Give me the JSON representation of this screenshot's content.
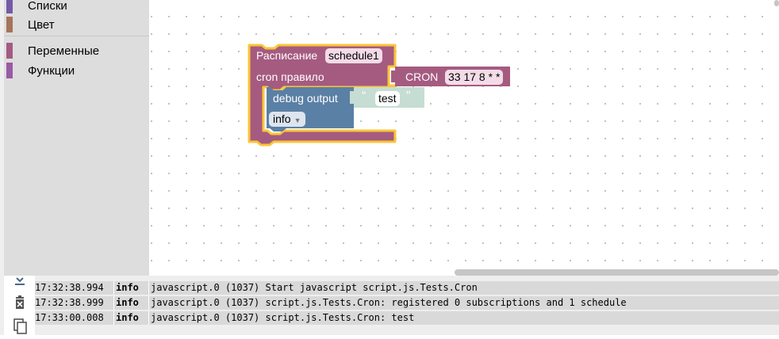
{
  "toolbox": {
    "categories": [
      {
        "label": "Списки",
        "color": "#745ba5"
      },
      {
        "label": "Цвет",
        "color": "#a5745b"
      },
      {
        "label": "Переменные",
        "color": "#a55b80"
      },
      {
        "label": "Функции",
        "color": "#995ba5"
      }
    ]
  },
  "workspace": {
    "schedule_block": {
      "label": "Расписание",
      "name_field": "schedule1",
      "rule_label": "cron правило",
      "color": "#a55b80",
      "highlight": "#fbc536"
    },
    "cron_block": {
      "label": "CRON",
      "value": "33 17 8 * *"
    },
    "debug_block": {
      "label": "debug output",
      "level": "info",
      "color": "#5b80a5"
    },
    "text_block": {
      "open_quote": "“",
      "value": "test",
      "close_quote": "”",
      "color": "#c6ddd3"
    }
  },
  "log": {
    "rows": [
      {
        "time": "17:32:38.994",
        "level": "info",
        "message": "javascript.0 (1037) Start javascript script.js.Tests.Cron"
      },
      {
        "time": "17:32:38.999",
        "level": "info",
        "message": "javascript.0 (1037) script.js.Tests.Cron: registered 0 subscriptions and 1 schedule"
      },
      {
        "time": "17:33:00.008",
        "level": "info",
        "message": "javascript.0 (1037) script.js.Tests.Cron: test"
      }
    ]
  }
}
